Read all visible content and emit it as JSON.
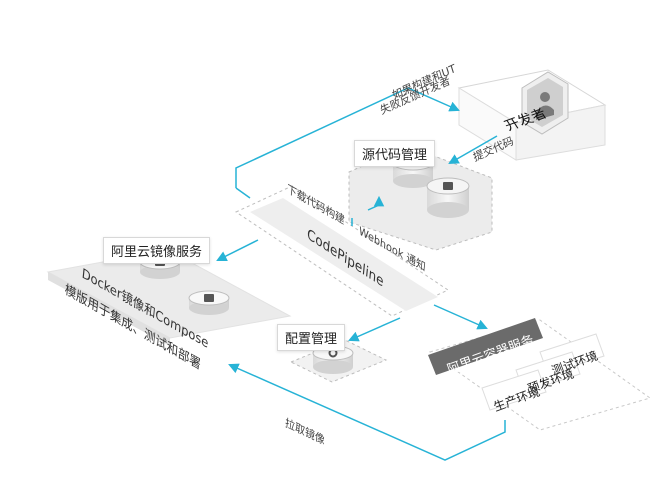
{
  "developer": {
    "label": "开发者"
  },
  "source_repo": {
    "label": "源代码管理"
  },
  "pipeline": {
    "label": "CodePipeline"
  },
  "registry": {
    "label": "阿里云镜像服务",
    "desc_line1": "Docker镜像和Compose",
    "desc_line2": "模版用于集成、测试和部署"
  },
  "config": {
    "label": "配置管理"
  },
  "container": {
    "label": "阿里云容器服务",
    "envs": [
      "测试环境",
      "预发环境",
      "生产环境"
    ]
  },
  "edges": {
    "feedback_line1": "如果构建和UT",
    "feedback_line2": "失败反馈开发者",
    "commit": "提交代码",
    "download": "下载代码构建",
    "webhook": "Webhook 通知",
    "pull_image": "拉取镜像"
  },
  "colors": {
    "flow": "#27b3d6",
    "panel": "#eeeeee",
    "dark": "#6b6b6b"
  }
}
